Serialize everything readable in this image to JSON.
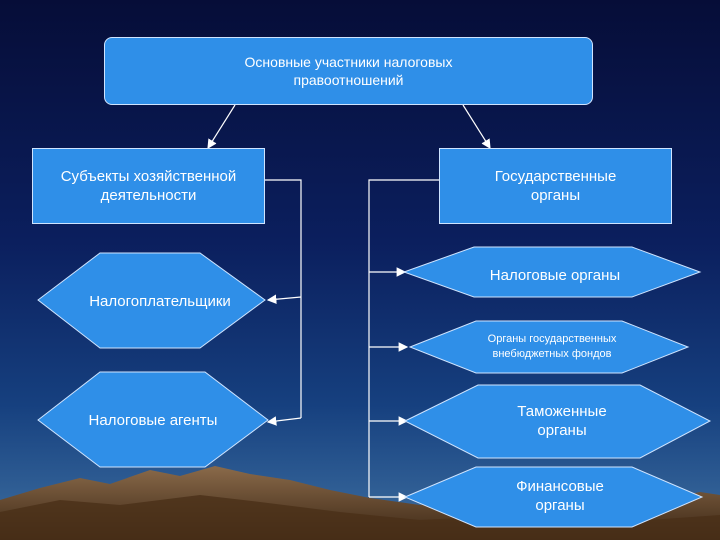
{
  "diagram": {
    "root": "Основные участники налоговых правоотношений",
    "left_header": "Субъекты хозяйственной деятельности",
    "right_header": "Государственные органы",
    "left_items": [
      "Налогоплательщики",
      "Налоговые агенты"
    ],
    "right_items": [
      "Налоговые органы",
      "Органы государственных внебюджетных фондов",
      "Таможенные органы",
      "Финансовые органы"
    ]
  },
  "colors": {
    "node_fill": "#2f8fe8",
    "node_border": "#cfe4ff",
    "connector": "#ffffff",
    "mountain": "#6b4a2e"
  }
}
